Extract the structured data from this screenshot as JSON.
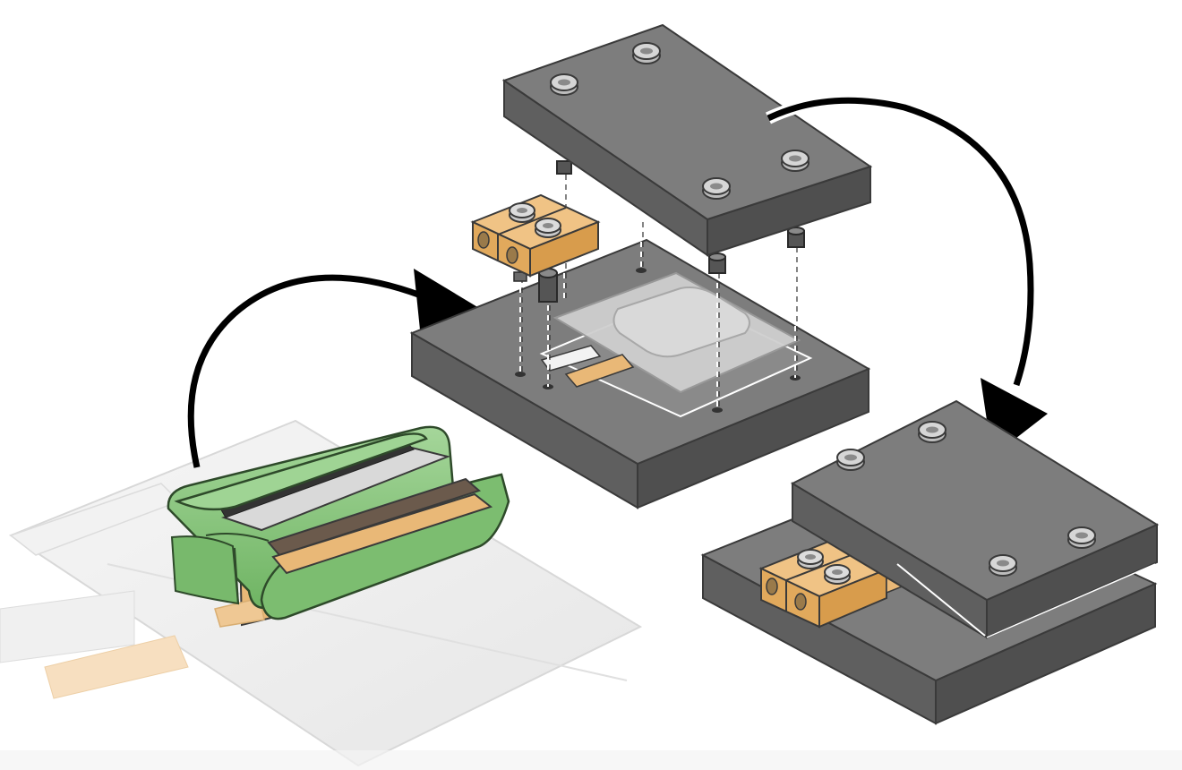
{
  "figure": {
    "components": [
      {
        "id": "pouch-cell",
        "kind": "jelly-roll electrode stack wrapped in green separator, with aluminium and copper tabs"
      },
      {
        "id": "pouch-film",
        "kind": "translucent laminated pouch film"
      },
      {
        "id": "lower-mold",
        "kind": "grey base plate with recessed cavity and guide holes"
      },
      {
        "id": "upper-mold",
        "kind": "grey top plate with four cap screws and guide pins"
      },
      {
        "id": "tab-clamp",
        "kind": "orange tab clamp block with two screws"
      },
      {
        "id": "assembled-mold",
        "kind": "closed mold with clamp installed"
      }
    ],
    "steps": [
      {
        "id": "arrow-insert-cell",
        "from": "pouch-cell",
        "to": "lower-mold"
      },
      {
        "id": "arrow-close-mold",
        "from": "upper-mold",
        "to": "assembled-mold"
      }
    ]
  },
  "colors": {
    "background": "#ffffff",
    "plate_top": "#7a7a7a",
    "plate_side_light": "#6a6a6a",
    "plate_side_dark": "#555555",
    "outline": "#3a3a3a",
    "screw": "#c8c8c8",
    "clamp_orange": "#e8b46c",
    "separator_green": "#8bc77e",
    "copper_tab": "#e9b877",
    "aluminium_tab": "#f2f2f2",
    "film": "#eeeeee",
    "arrow": "#000000"
  }
}
